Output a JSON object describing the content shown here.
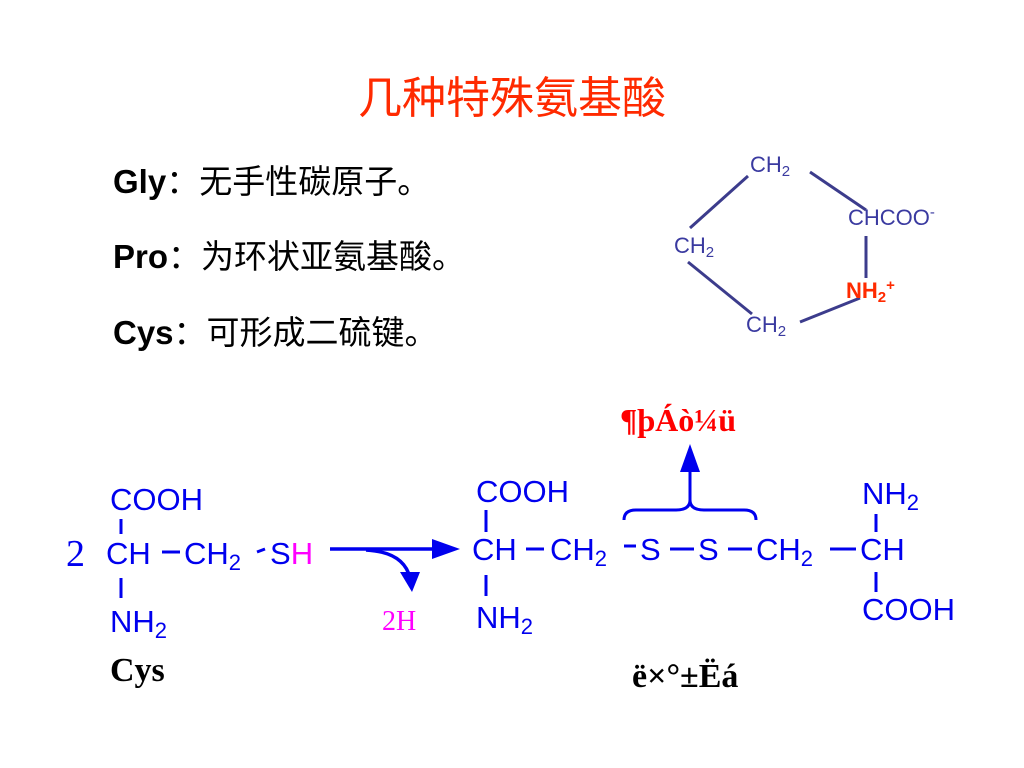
{
  "title": "几种特殊氨基酸",
  "bullets": [
    {
      "key": "Gly",
      "sep": "：",
      "text": "无手性碳原子。"
    },
    {
      "key": "Pro",
      "sep": "：",
      "text": "为环状亚氨基酸。"
    },
    {
      "key": "Cys",
      "sep": "：",
      "text": "可形成二硫键。"
    }
  ],
  "proline_ring": {
    "top": "CH",
    "top_sub": "2",
    "left": "CH",
    "left_sub": "2",
    "bottom": "CH",
    "bottom_sub": "2",
    "right_group": "CHCOO",
    "right_charge": "-",
    "nitrogen": "NH",
    "nitrogen_sub": "2",
    "nitrogen_charge": "+"
  },
  "reaction": {
    "coefficient": "2",
    "reactant": {
      "top": "COOH",
      "center": "CH",
      "chain": "CH",
      "chain_sub": "2",
      "s": "S",
      "h": "H",
      "bottom": "NH",
      "bottom_sub": "2",
      "label": "Cys"
    },
    "byproduct": "2H",
    "bracket_label": "¶þÁò¼ü",
    "product": {
      "left_top": "COOH",
      "left_center": "CH",
      "left_bottom": "NH",
      "left_bottom_sub": "2",
      "ch2_a": "CH",
      "ch2_a_sub": "2",
      "s1": "S",
      "s2": "S",
      "ch2_b": "CH",
      "ch2_b_sub": "2",
      "right_top": "NH",
      "right_top_sub": "2",
      "right_center": "CH",
      "right_bottom": "COOH",
      "label": "ë×°±Ëá"
    }
  },
  "colors": {
    "title": "#ff2a00",
    "chem_blue": "#0000ee",
    "ring_blue": "#3a3aa0",
    "ring_line": "#3c3c8c",
    "magenta": "#ff00ff",
    "label_red": "#ff0000"
  }
}
